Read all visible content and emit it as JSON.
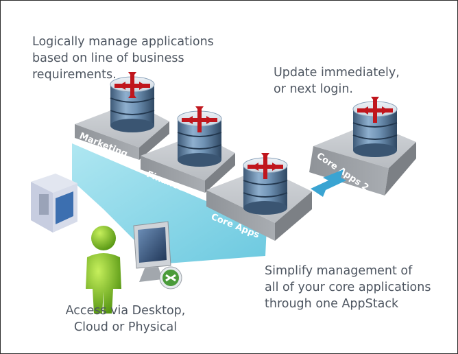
{
  "captions": {
    "top": [
      "Logically manage applications",
      "based on line of business",
      "requirements."
    ],
    "update": [
      "Update immediately,",
      "or next login."
    ],
    "simplify": [
      "Simplify management of",
      "all of your core applications",
      "through one AppStack"
    ],
    "access": [
      "Access via Desktop,",
      "Cloud or Physical"
    ]
  },
  "stacks": {
    "marketing": "Marketing",
    "finance": "Finance",
    "core_apps": "Core Apps",
    "core_apps_2": "Core Apps 2"
  },
  "icons": [
    "database-icon",
    "user-icon",
    "monitor-icon",
    "remote-desktop-icon",
    "virtual-desktop-icon",
    "arrow-icon"
  ],
  "colors": {
    "caption_text": "#4d5560",
    "cyan_band": "#7fd3e6",
    "arrow_red": "#c0161d",
    "db_blue": "#5f7f9e",
    "user_green": "#7bbf1e",
    "platform_gray": "#9a9da2"
  }
}
